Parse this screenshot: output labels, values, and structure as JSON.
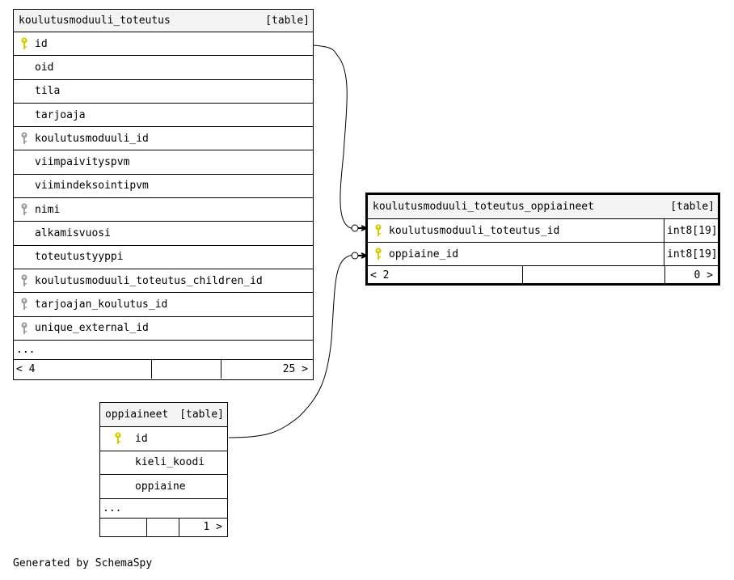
{
  "colors": {
    "primary_key": "#d6cc00",
    "foreign_key": "#a0a0a0",
    "header_bg": "#f4f4f4"
  },
  "tables": {
    "toteutus": {
      "name": "koulutusmoduuli_toteutus",
      "tag": "[table]",
      "columns": [
        {
          "name": "id",
          "key": "primary-key-icon"
        },
        {
          "name": "oid",
          "key": ""
        },
        {
          "name": "tila",
          "key": ""
        },
        {
          "name": "tarjoaja",
          "key": ""
        },
        {
          "name": "koulutusmoduuli_id",
          "key": "foreign-key-icon"
        },
        {
          "name": "viimpaivityspvm",
          "key": ""
        },
        {
          "name": "viimindeksointipvm",
          "key": ""
        },
        {
          "name": "nimi",
          "key": "foreign-key-icon"
        },
        {
          "name": "alkamisvuosi",
          "key": ""
        },
        {
          "name": "toteutustyyppi",
          "key": ""
        },
        {
          "name": "koulutusmoduuli_toteutus_children_id",
          "key": "foreign-key-icon"
        },
        {
          "name": "tarjoajan_koulutus_id",
          "key": "foreign-key-icon"
        },
        {
          "name": "unique_external_id",
          "key": "foreign-key-icon"
        }
      ],
      "more": "...",
      "footer": {
        "left": "< 4",
        "right": "25 >"
      }
    },
    "oppiaineet_link": {
      "name": "koulutusmoduuli_toteutus_oppiaineet",
      "tag": "[table]",
      "columns": [
        {
          "name": "koulutusmoduuli_toteutus_id",
          "key": "primary-key-icon",
          "type": "int8[19]"
        },
        {
          "name": "oppiaine_id",
          "key": "primary-key-icon",
          "type": "int8[19]"
        }
      ],
      "footer": {
        "left": "< 2",
        "right": "0 >"
      }
    },
    "oppiaineet": {
      "name": "oppiaineet",
      "tag": "[table]",
      "columns": [
        {
          "name": "id",
          "key": "primary-key-icon"
        },
        {
          "name": "kieli_koodi",
          "key": ""
        },
        {
          "name": "oppiaine",
          "key": ""
        }
      ],
      "more": "...",
      "footer": {
        "left": "",
        "right": "1 >"
      }
    }
  },
  "generated_by": "Generated by SchemaSpy"
}
